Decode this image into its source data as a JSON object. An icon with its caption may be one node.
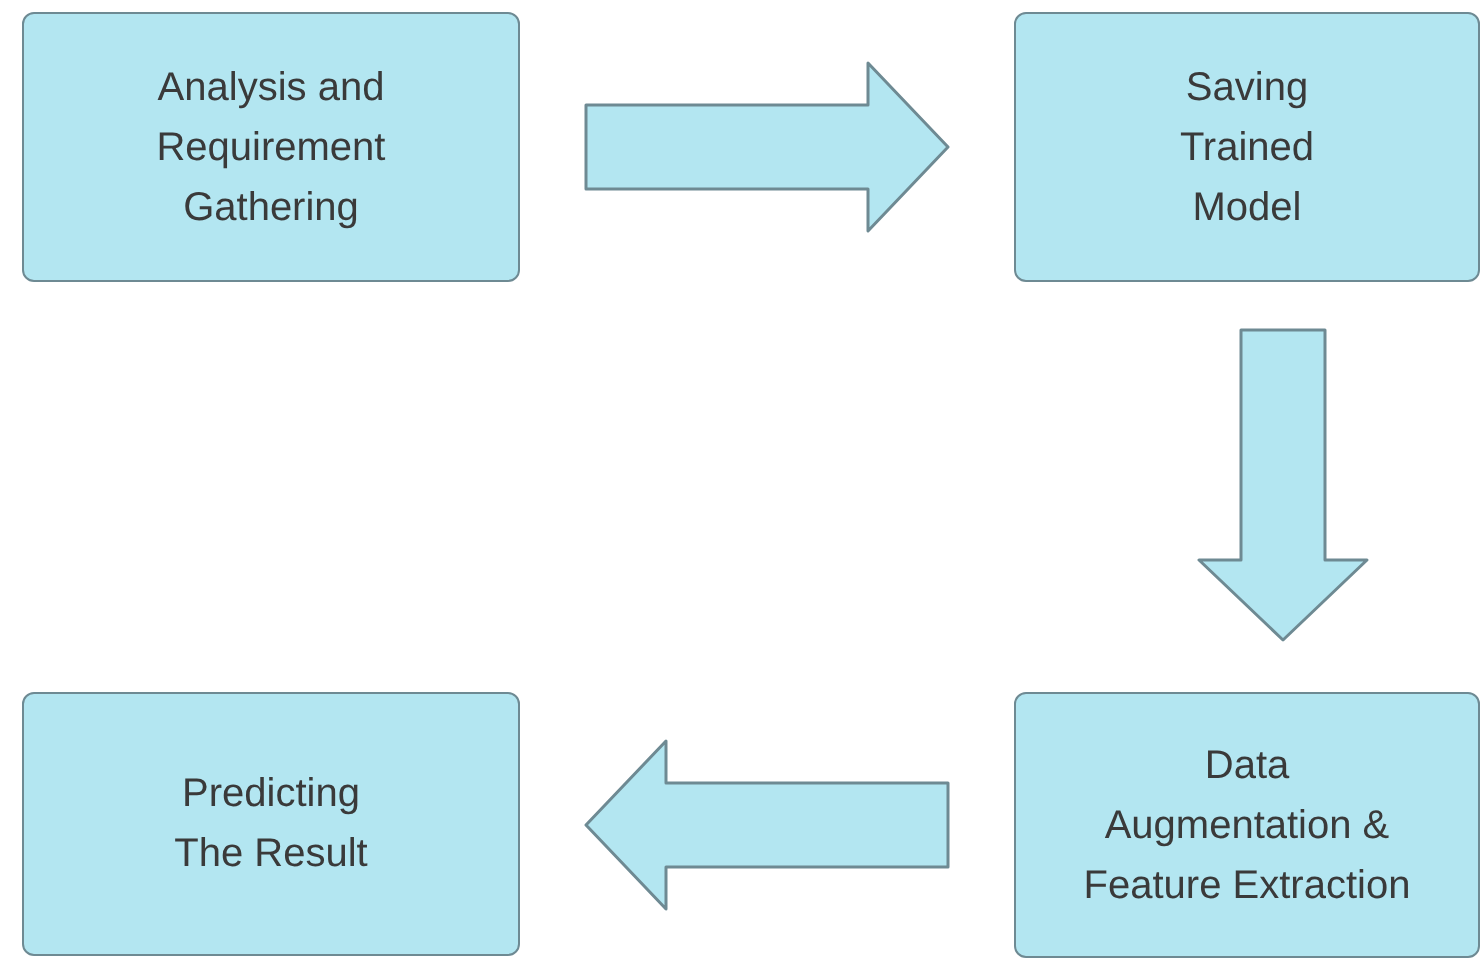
{
  "diagram": {
    "nodes": [
      {
        "text": [
          "Analysis and Requirement Gathering"
        ]
      },
      {
        "text": [
          "Saving Trained Model"
        ]
      },
      {
        "text": [
          "Data Augmentation & Feature Extraction"
        ]
      },
      {
        "text": [
          "Predicting The Result"
        ]
      }
    ],
    "edges": [
      {
        "from": 0,
        "to": 1,
        "arrow": "to"
      },
      {
        "from": 1,
        "to": 2,
        "arrow": "to"
      },
      {
        "from": 2,
        "to": 3,
        "arrow": "to"
      }
    ]
  }
}
